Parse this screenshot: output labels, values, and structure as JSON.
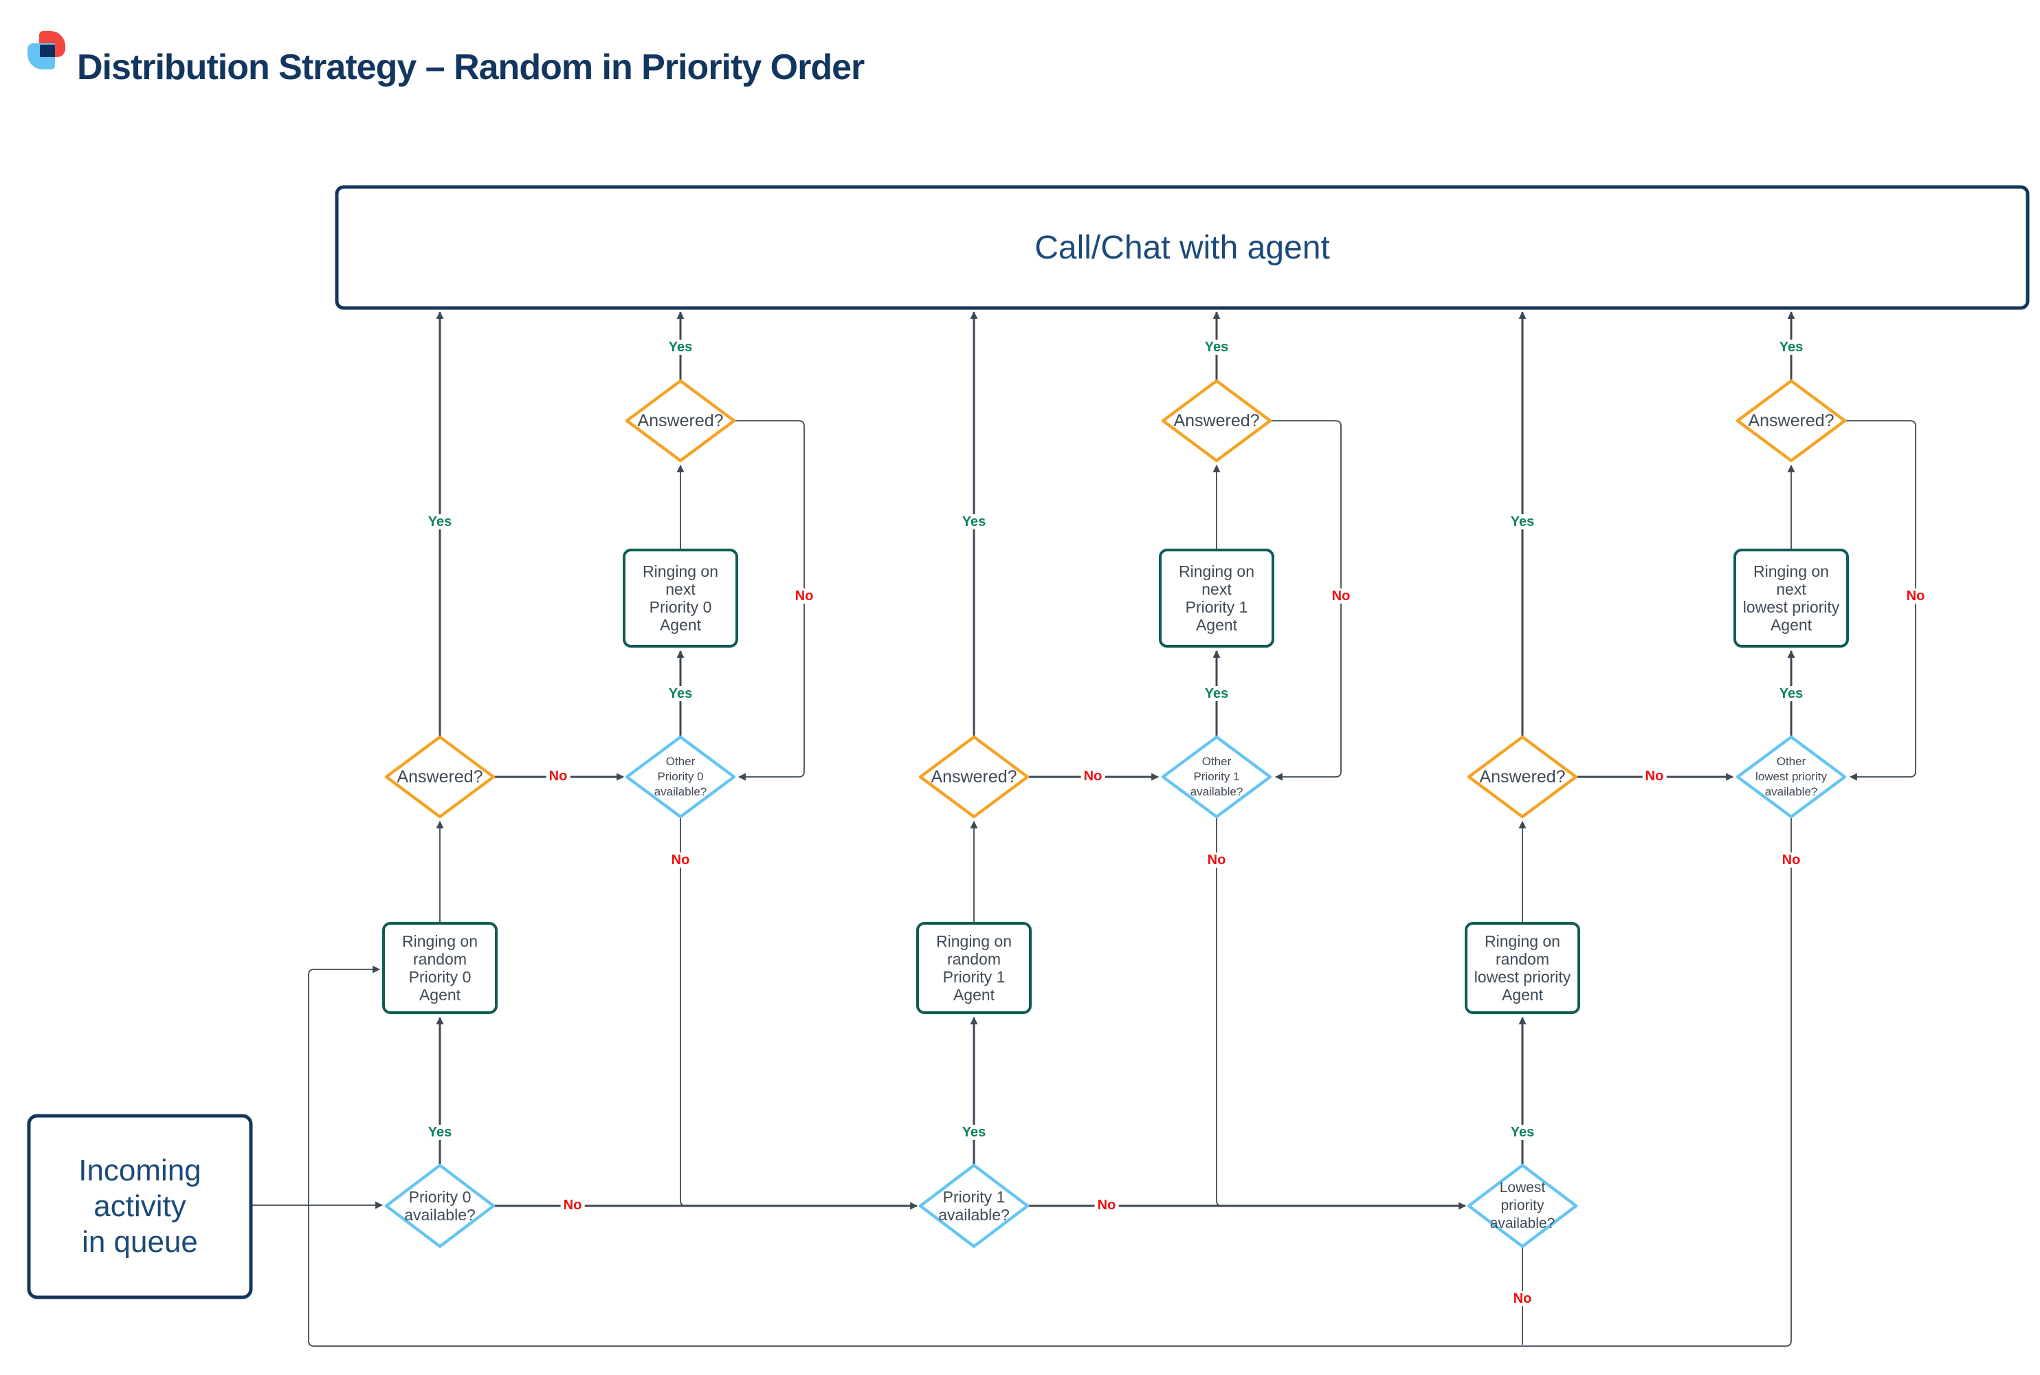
{
  "title": "Distribution Strategy – Random in Priority Order",
  "top_box": {
    "label": "Call/Chat with agent"
  },
  "start_box": {
    "text": "Incoming\nactivity\nin queue"
  },
  "labels": {
    "yes": "Yes",
    "no": "No"
  },
  "columns": [
    {
      "priority_check": "Priority 0\navailable?",
      "ring_random": "Ringing on\nrandom\nPriority 0\nAgent",
      "answered_mid": "Answered?",
      "other_check": "Other\nPriority 0\navailable?",
      "ring_next": "Ringing on\nnext\nPriority 0\nAgent",
      "answered_top": "Answered?"
    },
    {
      "priority_check": "Priority 1\navailable?",
      "ring_random": "Ringing on\nrandom\nPriority 1\nAgent",
      "answered_mid": "Answered?",
      "other_check": "Other\nPriority 1\navailable?",
      "ring_next": "Ringing on\nnext\nPriority 1\nAgent",
      "answered_top": "Answered?"
    },
    {
      "priority_check": "Lowest\npriority\navailable?",
      "ring_random": "Ringing on\nrandom\nlowest priority\nAgent",
      "answered_mid": "Answered?",
      "other_check": "Other\nlowest priority\navailable?",
      "ring_next": "Ringing on\nnext\nlowest priority\nAgent",
      "answered_top": "Answered?"
    }
  ],
  "colors": {
    "orange": "#F5A324",
    "blue": "#66C5F4",
    "teal": "#0F5C55",
    "navy": "#15365C",
    "navy_text": "#1B4A7A",
    "title": "#12365F",
    "line": "#3E4853",
    "yes": "#0E8160",
    "no": "#F20D0D",
    "shape_text": "#3F4A55",
    "logo_red": "#F4473F",
    "logo_blue": "#64C3F2",
    "logo_navy": "#0C2F5E"
  }
}
